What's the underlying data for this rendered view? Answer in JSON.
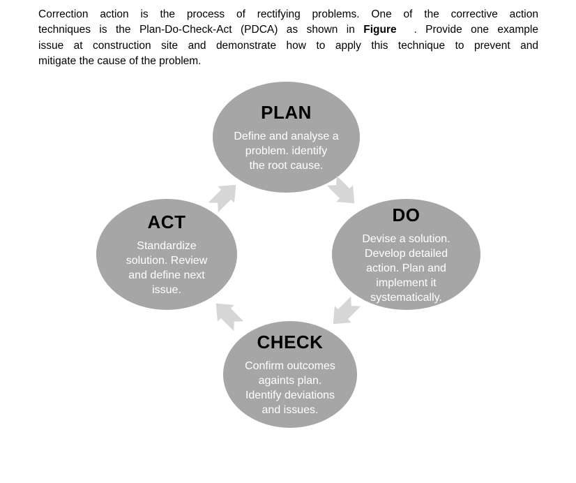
{
  "paragraph": {
    "lines": [
      {
        "segments": [
          {
            "text": "Correction action is the process of rectifying problems. One of the corrective action",
            "bold": false
          }
        ]
      },
      {
        "segments": [
          {
            "text": "techniques is the Plan-Do-Check-Act (PDCA) as shown in ",
            "bold": false
          },
          {
            "text": "Figure",
            "bold": true
          },
          {
            "text": "  . Provide one example",
            "bold": false
          }
        ]
      },
      {
        "segments": [
          {
            "text": "issue at construction site and demonstrate how to apply this technique to prevent and",
            "bold": false
          }
        ]
      },
      {
        "segments": [
          {
            "text": "mitigate the cause of the problem.",
            "bold": false
          }
        ]
      }
    ]
  },
  "diagram": {
    "type": "cycle",
    "name": "PDCA cycle",
    "colors": {
      "node_fill": "#a6a6a6",
      "arrow_fill": "#d6d6d6",
      "title_color": "#000000",
      "body_color": "#ffffff"
    },
    "nodes": [
      {
        "id": "plan",
        "title": "PLAN",
        "description_lines": [
          "Define and analyse a",
          "problem. identify",
          "the root cause."
        ]
      },
      {
        "id": "do",
        "title": "DO",
        "description_lines": [
          "Devise a solution.",
          "Develop detailed",
          "action. Plan and",
          "implement it",
          "systematically."
        ]
      },
      {
        "id": "check",
        "title": "CHECK",
        "description_lines": [
          "Confirm outcomes",
          "againts plan.",
          "Identify deviations",
          "and issues."
        ]
      },
      {
        "id": "act",
        "title": "ACT",
        "description_lines": [
          "Standardize",
          "solution. Review",
          "and define next",
          "issue."
        ]
      }
    ],
    "arrows": [
      {
        "from": "PLAN",
        "to": "DO",
        "direction": "down-right"
      },
      {
        "from": "DO",
        "to": "CHECK",
        "direction": "down-left"
      },
      {
        "from": "CHECK",
        "to": "ACT",
        "direction": "up-left"
      },
      {
        "from": "ACT",
        "to": "PLAN",
        "direction": "up-right"
      }
    ]
  }
}
